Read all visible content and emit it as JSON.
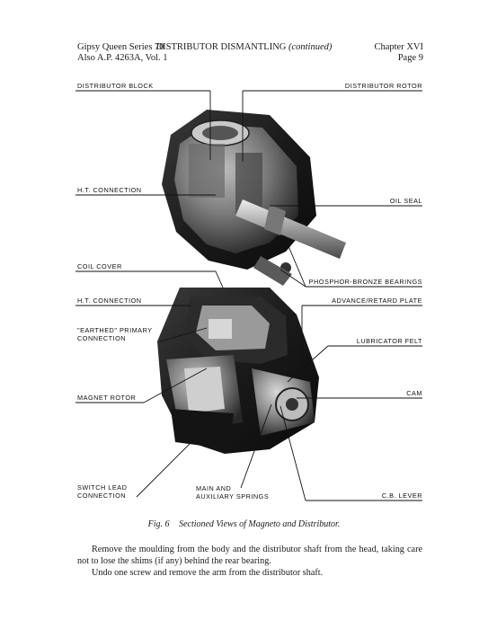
{
  "header": {
    "left_line1": "Gipsy Queen Series 70",
    "left_line2": "Also A.P. 4263A, Vol. 1",
    "center_title": "DISTRIBUTOR DISMANTLING",
    "center_cont": "(continued)",
    "right_line1": "Chapter XVI",
    "right_line2": "Page 9"
  },
  "labels": {
    "distributor_block": "DISTRIBUTOR BLOCK",
    "distributor_rotor": "DISTRIBUTOR ROTOR",
    "ht_connection_top": "H.T. CONNECTION",
    "oil_seal": "OIL SEAL",
    "coil_cover": "COIL COVER",
    "phosphor_bronze": "PHOSPHOR-BRONZE BEARINGS",
    "ht_connection_mid": "H.T. CONNECTION",
    "advance_retard": "ADVANCE/RETARD PLATE",
    "earthed_l1": "\"EARTHED\" PRIMARY",
    "earthed_l2": "CONNECTION",
    "lubricator_felt": "LUBRICATOR FELT",
    "magnet_rotor": "MAGNET ROTOR",
    "cam": "CAM",
    "switch_lead_l1": "SWITCH LEAD",
    "switch_lead_l2": "CONNECTION",
    "main_aux_l1": "MAIN AND",
    "main_aux_l2": "AUXILIARY SPRINGS",
    "cb_lever": "C.B. LEVER"
  },
  "caption": {
    "fig": "Fig. 6",
    "text": "Sectioned Views of Magneto and Distributor."
  },
  "body": {
    "p1": "Remove the moulding from the body and the distributor shaft from the head, taking care not to lose the shims (if any) behind the rear bearing.",
    "p2": "Undo one screw and remove the arm from the distributor shaft."
  }
}
